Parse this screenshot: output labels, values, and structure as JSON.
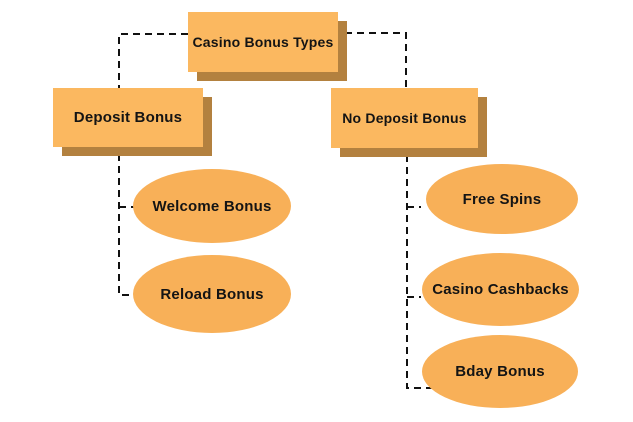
{
  "diagram": {
    "root": {
      "label": "Casino Bonus Types"
    },
    "branches": [
      {
        "label": "Deposit Bonus",
        "children": [
          {
            "label": "Welcome Bonus"
          },
          {
            "label": "Reload Bonus"
          }
        ]
      },
      {
        "label": "No Deposit Bonus",
        "children": [
          {
            "label": "Free Spins"
          },
          {
            "label": "Casino Cashbacks"
          },
          {
            "label": "Bday Bonus"
          }
        ]
      }
    ],
    "style": {
      "box_fill": "#FBB860",
      "box_shadow": "#B3813F",
      "ellipse_fill": "#F8B058",
      "connector_color": "#111111",
      "text_color": "#141414",
      "background": "#FFFFFF"
    }
  }
}
